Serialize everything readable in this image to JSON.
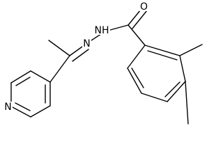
{
  "molecule": {
    "atoms": {
      "oxygen": "O",
      "nitrogen_hydrazone": "N",
      "nitrogen_amide": "NH",
      "nitrogen_pyridine": "N"
    }
  }
}
